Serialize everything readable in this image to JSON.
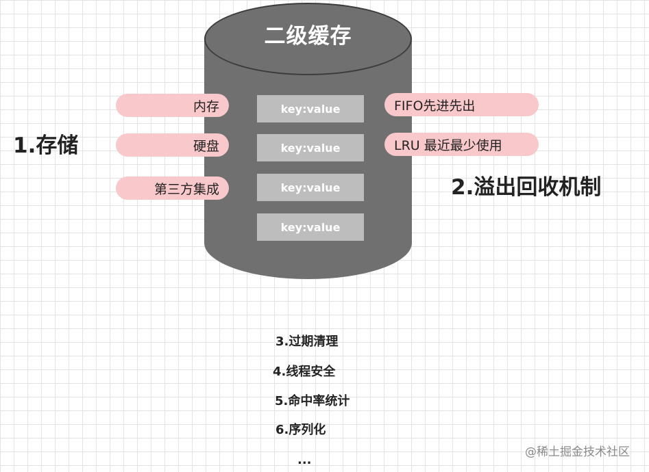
{
  "cylinder": {
    "title": "二级缓存",
    "fill_color": "#707070",
    "entries": [
      "key:value",
      "key:value",
      "key:value",
      "key:value"
    ]
  },
  "storage": {
    "label": "1.存储",
    "options": [
      "内存",
      "硬盘",
      "第三方集成"
    ]
  },
  "eviction": {
    "label": "2.溢出回收机制",
    "options": [
      "FIFO先进先出",
      "LRU 最近最少使用"
    ]
  },
  "features": [
    "3.过期清理",
    "4.线程安全",
    "5.命中率统计",
    "6.序列化",
    "..."
  ],
  "pill_color": "#f8c8ca",
  "watermark": "@稀土掘金技术社区"
}
